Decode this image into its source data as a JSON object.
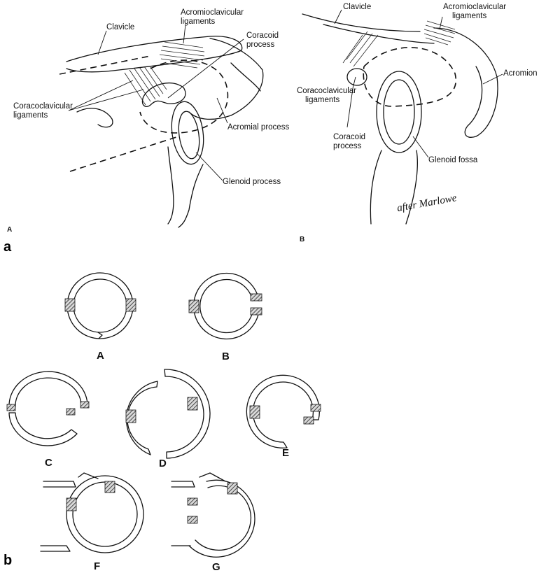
{
  "figure_a": {
    "part_label": "a",
    "panel_A": {
      "panel_label": "A",
      "labels": {
        "clavicle": "Clavicle",
        "acromioclavicular": [
          "Acromioclavicular",
          "ligaments"
        ],
        "coracoid": [
          "Coracoid",
          "process"
        ],
        "coracoclavicular": [
          "Coracoclavicular",
          "ligaments"
        ],
        "acromial": "Acromial process",
        "glenoid": "Glenoid process"
      }
    },
    "panel_B": {
      "panel_label": "B",
      "labels": {
        "clavicle": "Clavicle",
        "acromioclavicular": [
          "Acromioclavicular",
          "ligaments"
        ],
        "acromion": "Acromion",
        "coracoclavicular": [
          "Coracoclavicular",
          "ligaments"
        ],
        "coracoid": [
          "Coracoid",
          "process"
        ],
        "glenoid_fossa": "Glenoid fossa"
      },
      "signature": "after Marlowe"
    }
  },
  "figure_b": {
    "part_label": "b",
    "ring_labels": [
      "A",
      "B",
      "C",
      "D",
      "E",
      "F",
      "G"
    ]
  }
}
